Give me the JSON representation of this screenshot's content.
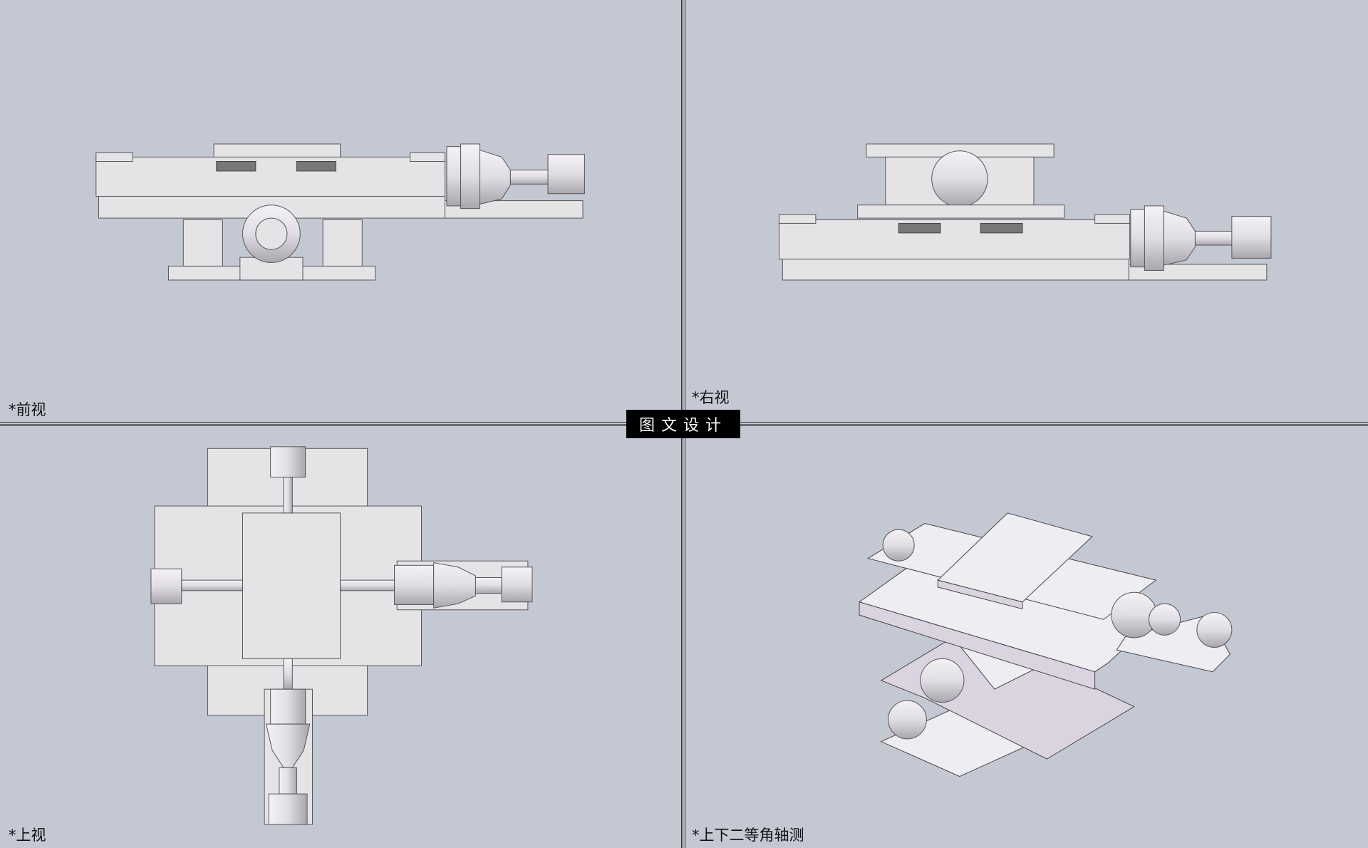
{
  "views": [
    {
      "label": "*前视"
    },
    {
      "label": "*右视"
    },
    {
      "label": "*上视"
    },
    {
      "label": "*上下二等角轴测"
    }
  ],
  "watermark": "图文设计",
  "colors": {
    "background": "#c4c8d3",
    "part": "#e4e3e6",
    "watermark_bg": "#000000"
  }
}
